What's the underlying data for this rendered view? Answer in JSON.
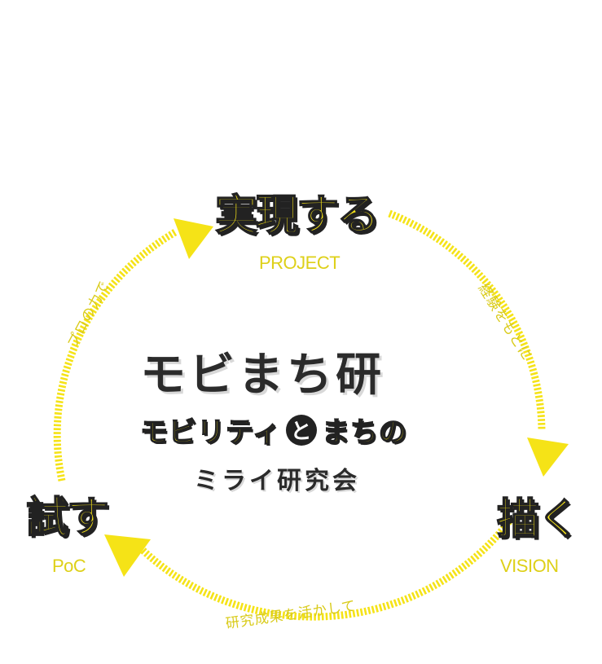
{
  "nodes": {
    "top": {
      "label": "実現する",
      "sub": "PROJECT"
    },
    "right": {
      "label": "描く",
      "sub": "VISION"
    },
    "left": {
      "label": "試す",
      "sub": "PoC"
    }
  },
  "arrows": {
    "top_to_right": "経験をもとに",
    "right_to_left": "研究成果を活かして",
    "left_to_top": "プロの力で"
  },
  "center": {
    "title": "モビまち研",
    "line2_before": "モビリティ",
    "line2_badge": "と",
    "line2_after": "まちの",
    "line3": "ミライ研究会"
  },
  "colors": {
    "accent": "#f5e317",
    "dark": "#222222",
    "label": "#d9cb1a"
  }
}
